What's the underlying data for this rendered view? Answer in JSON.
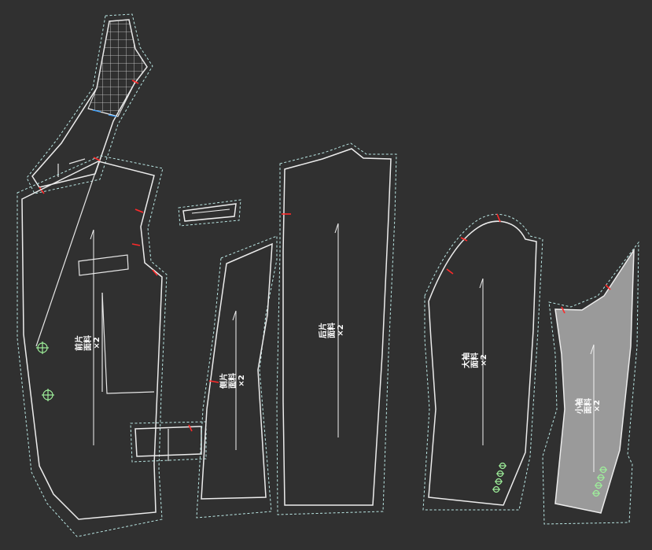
{
  "pieces": {
    "front": {
      "name": "前片",
      "fabric": "面料",
      "count": "×2"
    },
    "side": {
      "name": "侧片",
      "fabric": "面料",
      "count": "×2"
    },
    "back": {
      "name": "后片",
      "fabric": "面料",
      "count": "×2"
    },
    "top_sleeve": {
      "name": "大袖",
      "fabric": "面料",
      "count": "×2"
    },
    "under_sleeve": {
      "name": "小袖",
      "fabric": "面料",
      "count": "×2"
    }
  },
  "colors": {
    "background": "#303030",
    "cut_line": "#ececec",
    "seam_line": "#b9e6e3",
    "notch": "#ff2a2a",
    "button_marker": "#9ef09a",
    "under_sleeve_fill": "#9a9a9a"
  }
}
